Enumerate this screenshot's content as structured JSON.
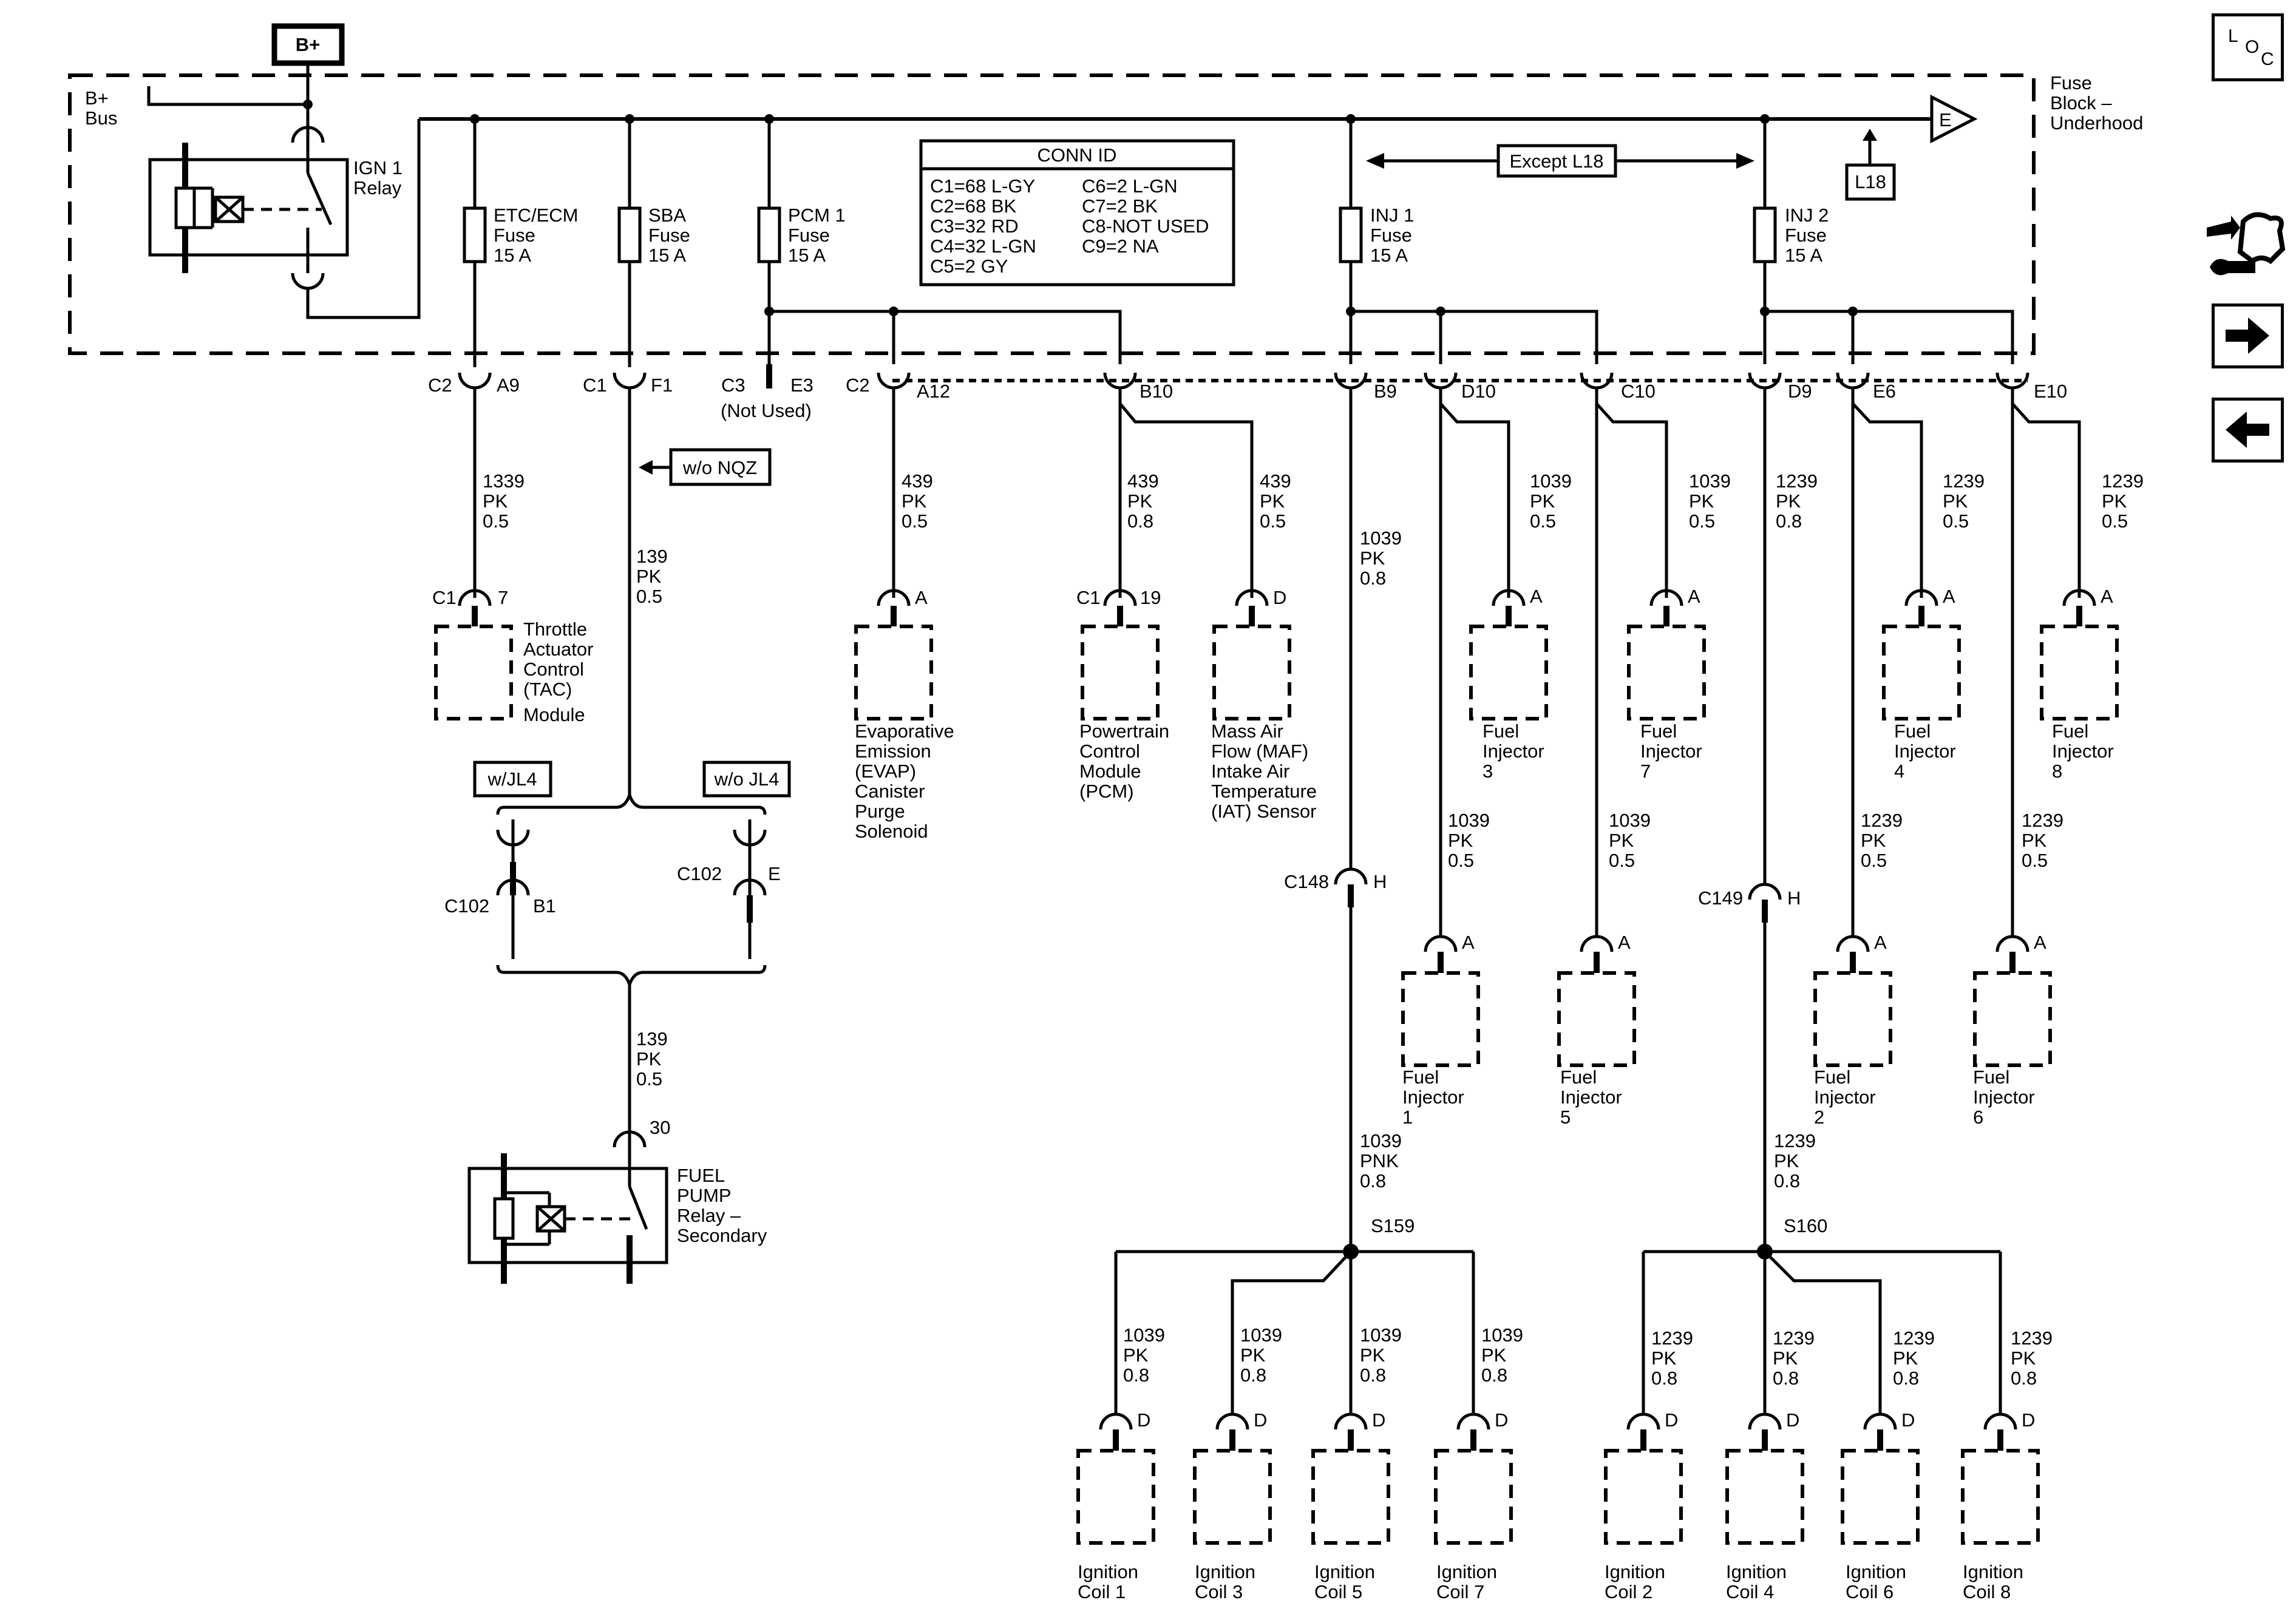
{
  "labels": {
    "bplus_top": "B+",
    "bplus_bus": [
      "B+",
      "Bus"
    ],
    "fuse_block": [
      "Fuse",
      "Block –",
      "Underhood"
    ],
    "ign1_relay": [
      "IGN 1",
      "Relay"
    ],
    "e_conn": "E",
    "except_l18": "Except L18",
    "l18": "L18",
    "wo_nqz": "w/o NQZ",
    "w_jl4": "w/JL4",
    "wo_jl4": "w/o JL4",
    "not_used": "(Not Used)",
    "s159": "S159",
    "s160": "S160",
    "fuel_pump_relay": [
      "FUEL",
      "PUMP",
      "Relay –",
      "Secondary"
    ]
  },
  "conn_table": {
    "title": "CONN ID",
    "left": [
      "C1=68 L-GY",
      "C2=68 BK",
      "C3=32 RD",
      "C4=32 L-GN",
      "C5=2 GY"
    ],
    "right": [
      "C6=2 L-GN",
      "C7=2 BK",
      "C8-NOT USED",
      "C9=2 NA"
    ]
  },
  "fuses": {
    "etc": [
      "ETC/ECM",
      "Fuse",
      "15 A"
    ],
    "sba": [
      "SBA",
      "Fuse",
      "15 A"
    ],
    "pcm": [
      "PCM 1",
      "Fuse",
      "15 A"
    ],
    "inj1": [
      "INJ 1",
      "Fuse",
      "15 A"
    ],
    "inj2": [
      "INJ 2",
      "Fuse",
      "15 A"
    ]
  },
  "pins": {
    "c2": "C2",
    "a9": "A9",
    "c1": "C1",
    "f1": "F1",
    "c3": "C3",
    "e3": "E3",
    "a12": "A12",
    "b10": "B10",
    "b9": "B9",
    "d10": "D10",
    "c10": "C10",
    "d9": "D9",
    "e6": "E6",
    "e10": "E10",
    "tac_c1": "C1",
    "tac_7": "7",
    "pcm_c1": "C1",
    "pcm_19": "19",
    "maf_d": "D",
    "evap_a": "A",
    "c148": "C148",
    "c148_h": "H",
    "c149": "C149",
    "c149_h": "H",
    "c102_left": "C102",
    "c102_b1": "B1",
    "c102_right": "C102",
    "c102_e": "E",
    "relay_30": "30",
    "a": "A",
    "d": "D"
  },
  "wires": {
    "w1339": [
      "1339",
      "PK",
      "0.5"
    ],
    "w139": [
      "139",
      "PK",
      "0.5"
    ],
    "w439a": [
      "439",
      "PK",
      "0.5"
    ],
    "w439b": [
      "439",
      "PK",
      "0.8"
    ],
    "w439c": [
      "439",
      "PK",
      "0.5"
    ],
    "w1039_08": [
      "1039",
      "PK",
      "0.8"
    ],
    "w1039_05": [
      "1039",
      "PK",
      "0.5"
    ],
    "w1039_pnk": [
      "1039",
      "PNK",
      "0.8"
    ],
    "w1239_08": [
      "1239",
      "PK",
      "0.8"
    ],
    "w1239_05": [
      "1239",
      "PK",
      "0.5"
    ]
  },
  "components": {
    "tac": [
      "Throttle",
      "Actuator",
      "Control",
      "(TAC)",
      "Module"
    ],
    "evap": [
      "Evaporative",
      "Emission",
      "(EVAP)",
      "Canister",
      "Purge",
      "Solenoid"
    ],
    "pcm": [
      "Powertrain",
      "Control",
      "Module",
      "(PCM)"
    ],
    "maf": [
      "Mass Air",
      "Flow (MAF)",
      "Intake Air",
      "Temperature",
      "(IAT) Sensor"
    ],
    "inj3": [
      "Fuel",
      "Injector",
      "3"
    ],
    "inj7": [
      "Fuel",
      "Injector",
      "7"
    ],
    "inj4": [
      "Fuel",
      "Injector",
      "4"
    ],
    "inj8": [
      "Fuel",
      "Injector",
      "8"
    ],
    "inj1": [
      "Fuel",
      "Injector",
      "1"
    ],
    "inj5": [
      "Fuel",
      "Injector",
      "5"
    ],
    "inj2": [
      "Fuel",
      "Injector",
      "2"
    ],
    "inj6": [
      "Fuel",
      "Injector",
      "6"
    ],
    "coil1": [
      "Ignition",
      "Coil 1"
    ],
    "coil3": [
      "Ignition",
      "Coil 3"
    ],
    "coil5": [
      "Ignition",
      "Coil 5"
    ],
    "coil7": [
      "Ignition",
      "Coil 7"
    ],
    "coil2": [
      "Ignition",
      "Coil 2"
    ],
    "coil4": [
      "Ignition",
      "Coil 4"
    ],
    "coil6": [
      "Ignition",
      "Coil 6"
    ],
    "coil8": [
      "Ignition",
      "Coil 8"
    ]
  },
  "nav": {
    "loc": [
      "L",
      "O",
      "C"
    ]
  }
}
